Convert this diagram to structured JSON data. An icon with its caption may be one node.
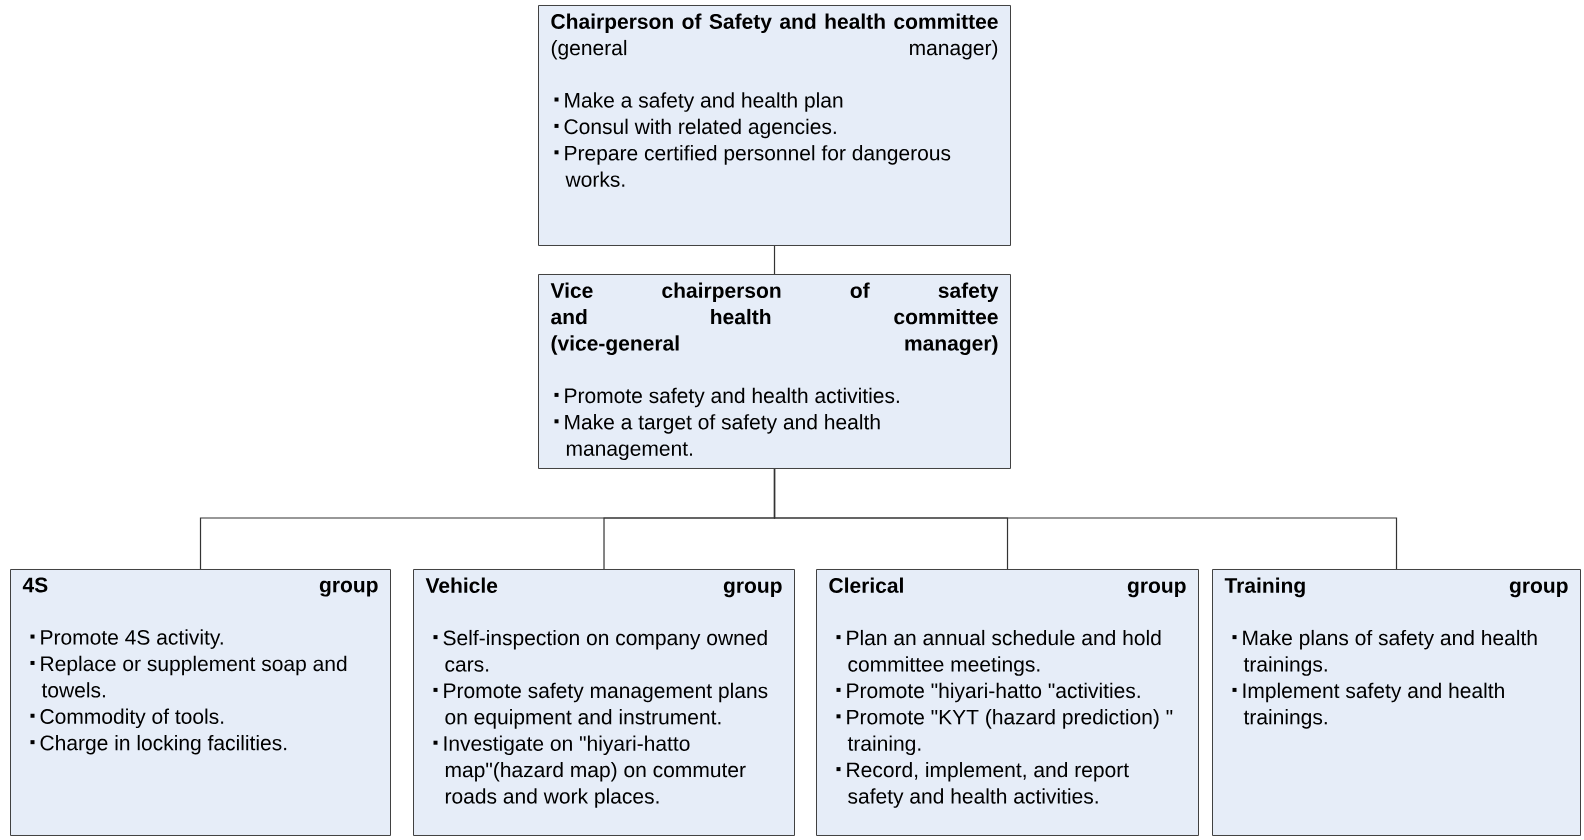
{
  "diagram": {
    "nodes": [
      {
        "text": [
          "Chairperson of Safety and health committee",
          "(general manager)",
          "Make a safety and health plan",
          "Consul with related agencies.",
          "Prepare certified personnel for dangerous works."
        ]
      },
      {
        "text": [
          "Vice chairperson of safety and health committee",
          "(vice-general manager)",
          "Promote safety and health activities.",
          "Make a target of safety and health management."
        ]
      },
      {
        "text": [
          "4S group",
          "Promote 4S activity.",
          "Replace or supplement soap and towels.",
          "Commodity of tools.",
          "Charge in locking facilities."
        ]
      },
      {
        "text": [
          "Vehicle group",
          "Self-inspection on company owned cars.",
          "Promote safety management plans on equipment and instrument.",
          "Investigate on \"hiyari-hatto map\"(hazard map) on commuter roads and work places."
        ]
      },
      {
        "text": [
          "Clerical group",
          "Plan an annual schedule and hold committee meetings.",
          "Promote  \"hiyari-hatto \"activities.",
          "Promote \"KYT (hazard prediction) \" training.",
          "Record, implement, and report safety and health activities."
        ]
      },
      {
        "text": [
          "Training group",
          "Make plans of safety and health trainings.",
          "Implement safety and health trainings."
        ]
      }
    ],
    "edges": [
      {
        "from": 0,
        "to": 1,
        "arrow": "none"
      },
      {
        "from": 1,
        "to": 2,
        "arrow": "none"
      },
      {
        "from": 1,
        "to": 3,
        "arrow": "none"
      },
      {
        "from": 1,
        "to": 4,
        "arrow": "none"
      },
      {
        "from": 1,
        "to": 5,
        "arrow": "none"
      }
    ]
  }
}
